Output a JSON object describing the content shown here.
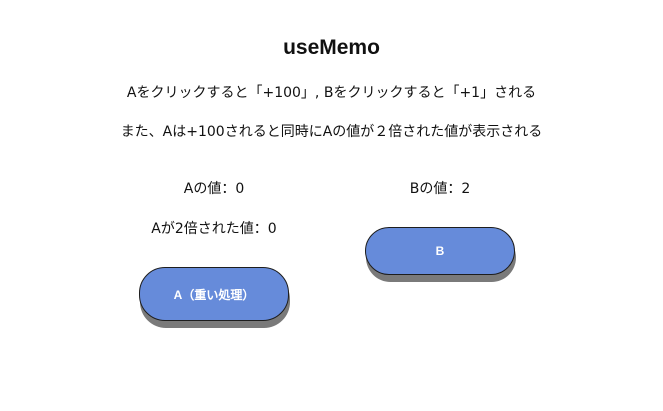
{
  "title": "useMemo",
  "description": {
    "line1": "Aをクリックすると「+100」, Bをクリックすると「+1」される",
    "line2": "また、Aは+100されると同時にAの値が２倍された値が表示される"
  },
  "values": {
    "a_label": "Aの値：0",
    "b_label": "Bの値：2",
    "a_doubled_label": "Aが2倍された値：0"
  },
  "buttons": {
    "a_label": "A（重い処理）",
    "b_label": "B",
    "fill_color": "#668bda",
    "shadow_color": "#7a7a7a"
  }
}
